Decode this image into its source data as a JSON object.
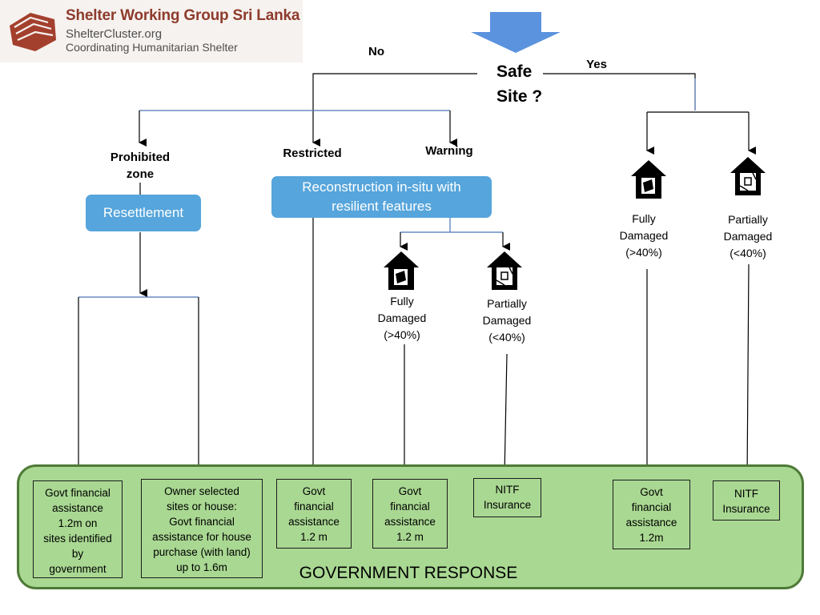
{
  "header": {
    "title": "Shelter Working Group Sri Lanka",
    "site": "ShelterCluster.org",
    "tagline": "Coordinating Humanitarian Shelter"
  },
  "colors": {
    "accent_blue": "#56a5dc",
    "arrow_blue": "#5b93de",
    "panel_green": "#a9d892",
    "panel_border": "#4e7a37",
    "logo_red": "#8e3b2c"
  },
  "decision": {
    "question_line1": "Safe",
    "question_line2": "Site ?",
    "no_label": "No",
    "yes_label": "Yes"
  },
  "no_branch": {
    "prohibited_line1": "Prohibited",
    "prohibited_line2": "zone",
    "restricted": "Restricted",
    "warning": "Warning",
    "resettlement": "Resettlement",
    "reconstruction_line1": "Reconstruction in-situ with",
    "reconstruction_line2": "resilient features",
    "fully_damaged": [
      "Fully",
      "Damaged",
      "(>40%)"
    ],
    "partially_damaged": [
      "Partially",
      "Damaged",
      "(<40%)"
    ]
  },
  "yes_branch": {
    "fully_damaged": [
      "Fully",
      "Damaged",
      "(>40%)"
    ],
    "partially_damaged": [
      "Partially",
      "Damaged",
      "(<40%)"
    ]
  },
  "response": {
    "title": "GOVERNMENT RESPONSE",
    "boxes": [
      [
        "Govt financial",
        "assistance",
        "1.2m on",
        "sites identified",
        "by",
        "government"
      ],
      [
        "Owner selected",
        "sites or house:",
        "Govt financial",
        "assistance for house",
        "purchase (with land)",
        "up to 1.6m"
      ],
      [
        "Govt",
        "financial",
        "assistance",
        "1.2 m"
      ],
      [
        "Govt",
        "financial",
        "assistance",
        "1.2 m"
      ],
      [
        "NITF",
        "Insurance"
      ],
      [
        "Govt",
        "financial",
        "assistance",
        "1.2m"
      ],
      [
        "NITF",
        "Insurance"
      ]
    ]
  }
}
